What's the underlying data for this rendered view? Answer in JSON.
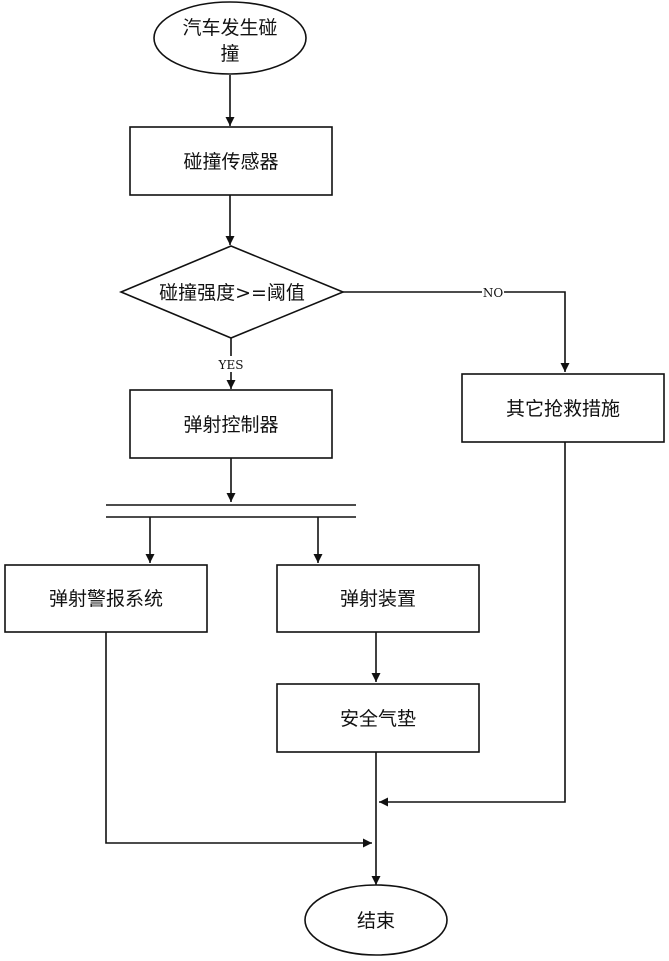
{
  "nodes": {
    "start": {
      "line1": "汽车发生碰",
      "line2": "撞"
    },
    "sensor": "碰撞传感器",
    "decision": "碰撞强度>=阈值",
    "controller": "弹射控制器",
    "other": "其它抢救措施",
    "alarm": "弹射警报系统",
    "ejector": "弹射装置",
    "airbag": "安全气垫",
    "end": "结束"
  },
  "edges": {
    "yes": "YES",
    "no": "NO"
  }
}
